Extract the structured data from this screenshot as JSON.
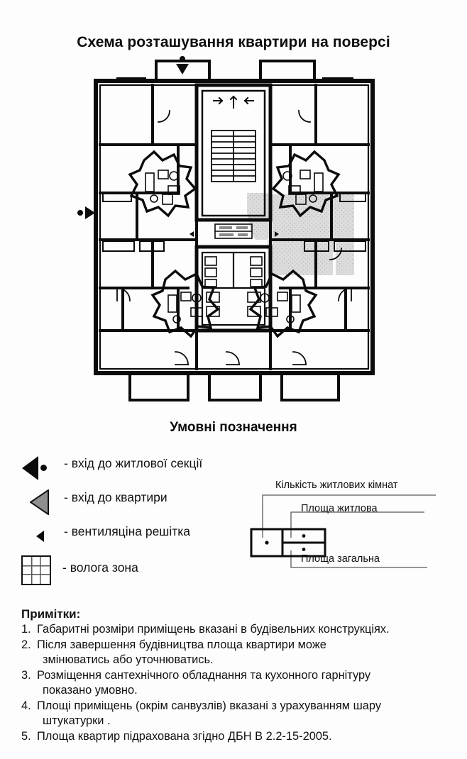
{
  "document": {
    "title": "Схема розташування квартири на поверсі",
    "legend_heading": "Умовні позначення"
  },
  "legend": {
    "items": [
      {
        "symbol": "entrance-to-residential-section",
        "label": "- вхід до житлової секції"
      },
      {
        "symbol": "entrance-to-apartment",
        "label": "- вхід до квартири"
      },
      {
        "symbol": "ventilation-grille",
        "label": "- вентиляціна решітка"
      },
      {
        "symbol": "wet-zone",
        "label": "- волога зона"
      }
    ]
  },
  "callout": {
    "rooms_label": "Кількість житлових кімнат",
    "living_area_label": "Площа житлова",
    "total_area_label": "Площа загальна"
  },
  "notes": {
    "heading": "Примітки:",
    "items": [
      {
        "num": "1.",
        "line1": "Габаритні розміри приміщень вказані в будівельних конструкціях.",
        "line2": ""
      },
      {
        "num": "2.",
        "line1": "Після завершення будівництва площа квартири може",
        "line2": "змінюватись або уточнюватись."
      },
      {
        "num": "3.",
        "line1": "Розміщення сантехнічного обладнання та кухонного гарнітуру",
        "line2": "показано умовно."
      },
      {
        "num": "4.",
        "line1": "Площі приміщень (окрім санвузлів) вказані з урахуванням шару",
        "line2": "штукатурки ."
      },
      {
        "num": "5.",
        "line1": "Площа квартир підрахована згідно ДБН В 2.2-15-2005.",
        "line2": ""
      }
    ]
  },
  "plan": {
    "description": "Архітектурний план поверху житлової секції",
    "entrance_markers": [
      {
        "name": "section-entrance-top",
        "position": "top-center"
      },
      {
        "name": "section-entrance-left",
        "position": "left-middle"
      }
    ],
    "highlighted_unit": "Виділена квартира у правій верхній частині поверху",
    "colors": {
      "ink": "#0b0b0b",
      "highlight_fill": "#dcdcdc",
      "paper": "#fdfdfd"
    }
  }
}
